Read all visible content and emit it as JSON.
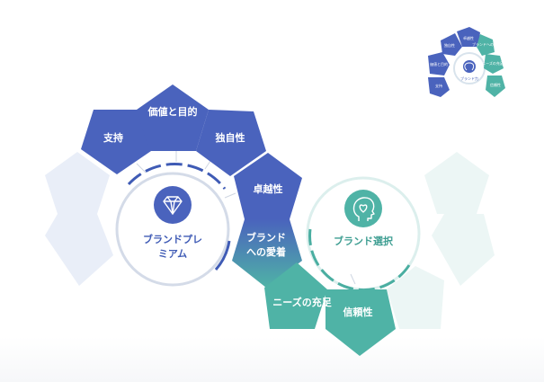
{
  "colors": {
    "blue": "#4a63bd",
    "teal": "#4fb3a6",
    "blue_ghost": "#e9eef8",
    "teal_ghost": "#ecf6f5",
    "ring_blue": "#3f5bb5",
    "ring_teal": "#4aaea1"
  },
  "left_hub": {
    "icon": "diamond-icon",
    "label_line1": "ブランドプレ",
    "label_line2": "ミアム"
  },
  "right_hub": {
    "icon": "head-heart-icon",
    "label": "ブランド選択"
  },
  "segments": {
    "support": "支持",
    "value_purpose": "価値と目的",
    "uniqueness": "独自性",
    "excellence": "卓越性",
    "brand_love_line1": "ブランド",
    "brand_love_line2": "への愛着",
    "needs_fulfillment": "ニーズの充足",
    "trust": "信頼性"
  },
  "thumbnail": {
    "icon": "head-heart-icon",
    "hub_label": "ブランド力",
    "labels": {
      "uniqueness": "独自性",
      "excellence": "卓越性",
      "brand_love": "ブランドへの愛着",
      "value_purpose": "価値と目的",
      "needs_fulfillment": "ニーズの充足",
      "support": "支持",
      "trust": "信頼性"
    }
  }
}
